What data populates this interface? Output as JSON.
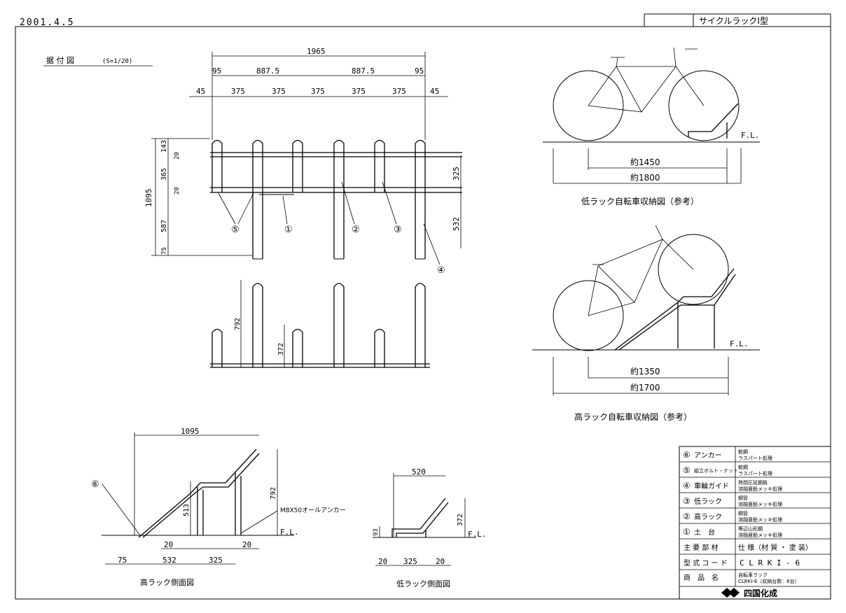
{
  "header": {
    "date": "2001.4.5",
    "drawing_title": "サイクルラックⅠ型"
  },
  "plan": {
    "title": "据 付 図",
    "scale": "(S=1/20)",
    "dims_top": {
      "total": "1965",
      "end_a": "95",
      "mid_a": "887.5",
      "mid_b": "887.5",
      "end_b": "95",
      "pitch": [
        "45",
        "375",
        "375",
        "375",
        "375",
        "375",
        "45"
      ]
    },
    "dims_left": {
      "total": "1095",
      "a": "143",
      "b": "20",
      "c": "365",
      "d": "20",
      "e": "587",
      "f": "75"
    },
    "dims_right": {
      "a": "325",
      "b": "532"
    },
    "callouts": [
      "⑤",
      "①",
      "②",
      "③",
      "④"
    ]
  },
  "front": {
    "h_high": "792",
    "h_low": "372"
  },
  "side_high": {
    "title": "高ラック側面図",
    "w": "1095",
    "h_total": "792",
    "h_low": "513",
    "anchor": "M8X50オールアンカー",
    "fl": "F.L.",
    "d_left": "75",
    "d_mid": "532",
    "d_right": "325",
    "d_gap1": "20",
    "d_gap2": "20",
    "callout": "⑥"
  },
  "side_low": {
    "title": "低ラック側面図",
    "w": "520",
    "h1": "93",
    "h2": "372",
    "fl": "F.L.",
    "d1": "20",
    "d2": "325",
    "d3": "20"
  },
  "ref_low": {
    "caption": "低ラック自転車収納図（参考）",
    "fl": "F.L.",
    "d1": "約1450",
    "d2": "約1800"
  },
  "ref_high": {
    "caption": "高ラック自転車収納図（参考）",
    "fl": "F.L.",
    "d1": "約1350",
    "d2": "約1700"
  },
  "parts": [
    {
      "no": "⑥",
      "name": "アンカー",
      "spec1": "軟鋼",
      "spec2": "ラスパート処理"
    },
    {
      "no": "⑤",
      "name": "組立ボルト・ナット",
      "spec1": "軟鋼",
      "spec2": "ラスパート処理"
    },
    {
      "no": "④",
      "name": "車輪ガイド",
      "spec1": "熱間圧延鋼板",
      "spec2": "溶融亜鉛メッキ処理"
    },
    {
      "no": "③",
      "name": "低ラック",
      "spec1": "鋼管",
      "spec2": "溶融亜鉛メッキ処理"
    },
    {
      "no": "②",
      "name": "高ラック",
      "spec1": "鋼管",
      "spec2": "溶融亜鉛メッキ処理"
    },
    {
      "no": "①",
      "name": "土　台",
      "spec1": "等辺山形鋼",
      "spec2": "溶融亜鉛メッキ処理"
    }
  ],
  "table": {
    "head_name": "主 要 部 材",
    "head_spec": "仕 様（材 質 ・ 塗 装）",
    "code_label": "型 式 コ ー ド",
    "code_value": "C L R K I - 6",
    "product_label": "商　品　名",
    "product_line1": "自転車ラック",
    "product_line2": "CLRKI-6（収納台数：6台）",
    "maker": "四国化成"
  }
}
